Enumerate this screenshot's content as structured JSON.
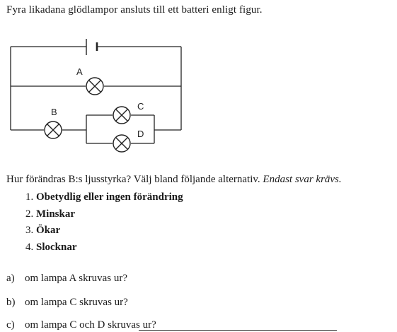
{
  "intro": "Fyra likadana glödlampor ansluts till ett batteri enligt figur.",
  "circuit": {
    "lamps": [
      {
        "label": "A"
      },
      {
        "label": "B"
      },
      {
        "label": "C"
      },
      {
        "label": "D"
      }
    ],
    "lamp_icon": "lamp-cross-circle-icon",
    "battery_icon": "battery-icon"
  },
  "question": {
    "text": "Hur förändras B:s ljusstyrka? Välj bland följande alternativ.",
    "note": "Endast svar krävs."
  },
  "options": [
    {
      "num": "1.",
      "text": "Obetydlig eller ingen förändring"
    },
    {
      "num": "2.",
      "text": "Minskar"
    },
    {
      "num": "3.",
      "text": "Ökar"
    },
    {
      "num": "4.",
      "text": "Slocknar"
    }
  ],
  "subquestions": [
    {
      "letter": "a)",
      "text": "om lampa A  skruvas ur?"
    },
    {
      "letter": "b)",
      "text": "om lampa C  skruvas ur?"
    },
    {
      "letter": "c)",
      "text": "om lampa C och D  skruvas ur?"
    }
  ]
}
